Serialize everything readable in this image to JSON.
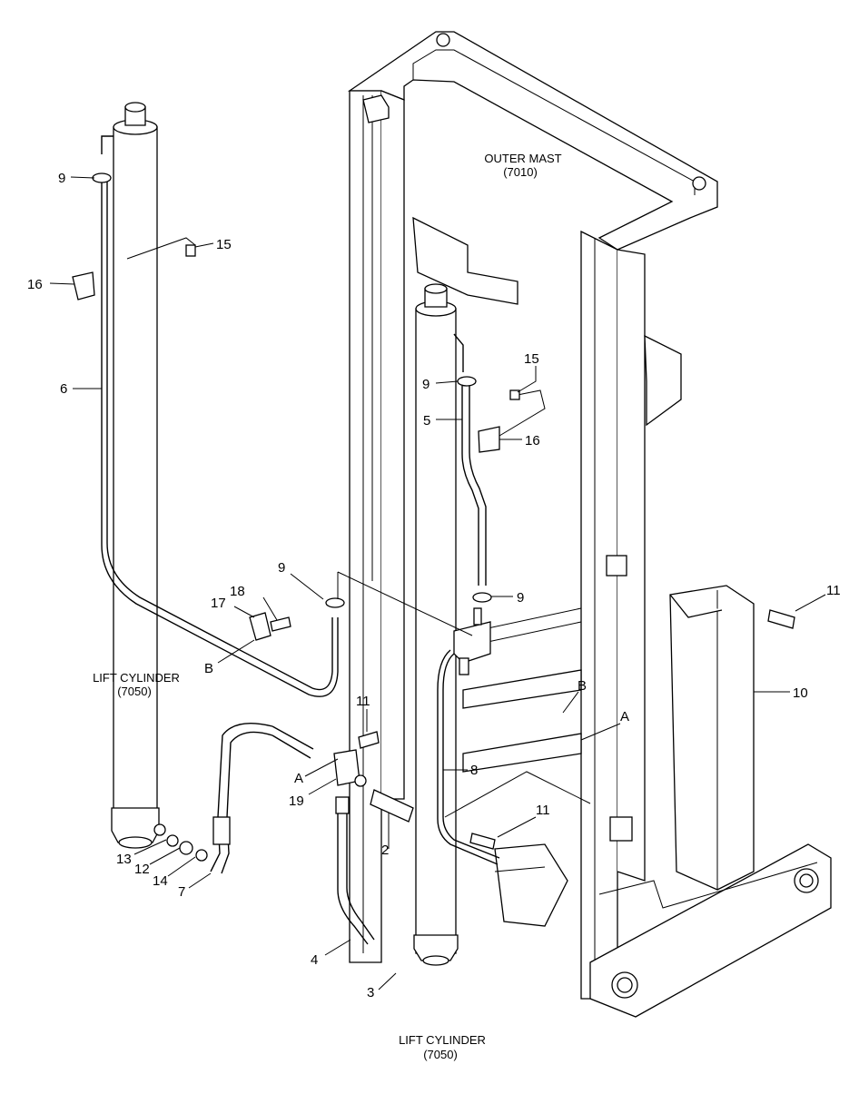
{
  "captions": {
    "outer_mast_title": "OUTER MAST",
    "outer_mast_code": "(7010)",
    "left_cylinder_title": "LIFT CYLINDER",
    "left_cylinder_code": "(7050)",
    "bottom_cylinder_title": "LIFT CYLINDER",
    "bottom_cylinder_code": "(7050)"
  },
  "callouts": [
    {
      "id": "c9a",
      "text": "9"
    },
    {
      "id": "c15a",
      "text": "15"
    },
    {
      "id": "c16a",
      "text": "16"
    },
    {
      "id": "c6",
      "text": "6"
    },
    {
      "id": "c9b",
      "text": "9"
    },
    {
      "id": "c15b",
      "text": "15"
    },
    {
      "id": "c5",
      "text": "5"
    },
    {
      "id": "c16b",
      "text": "16"
    },
    {
      "id": "c9c",
      "text": "9"
    },
    {
      "id": "c9d",
      "text": "9"
    },
    {
      "id": "c18",
      "text": "18"
    },
    {
      "id": "c17",
      "text": "17"
    },
    {
      "id": "cB1",
      "text": "B"
    },
    {
      "id": "c11a",
      "text": "11"
    },
    {
      "id": "c10",
      "text": "10"
    },
    {
      "id": "c11b",
      "text": "11"
    },
    {
      "id": "cB2",
      "text": "B"
    },
    {
      "id": "cA2",
      "text": "A"
    },
    {
      "id": "cA1",
      "text": "A"
    },
    {
      "id": "c19",
      "text": "19"
    },
    {
      "id": "c8",
      "text": "8"
    },
    {
      "id": "c11c",
      "text": "11"
    },
    {
      "id": "c2",
      "text": "2"
    },
    {
      "id": "c13",
      "text": "13"
    },
    {
      "id": "c12",
      "text": "12"
    },
    {
      "id": "c14",
      "text": "14"
    },
    {
      "id": "c7",
      "text": "7"
    },
    {
      "id": "c4",
      "text": "4"
    },
    {
      "id": "c3",
      "text": "3"
    }
  ]
}
